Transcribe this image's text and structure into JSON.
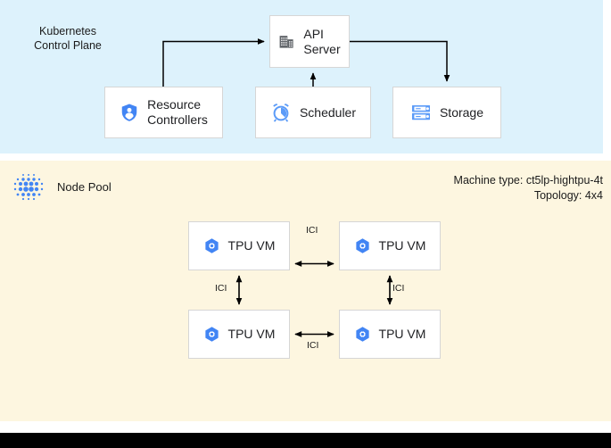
{
  "regions": {
    "control_plane": {
      "title": "Kubernetes\nControl Plane",
      "bg_color": "#ddf2fc"
    },
    "node_pool": {
      "title": "Node Pool",
      "icon": "node-pool-dots-icon",
      "bg_color": "#fdf6e0",
      "machine_type_line": "Machine type: ct5lp-hightpu-4t",
      "topology_line": "Topology: 4x4"
    }
  },
  "control_plane_nodes": [
    {
      "id": "api-server",
      "label": "API\nServer",
      "icon": "building-icon",
      "icon_color": "#5f6368"
    },
    {
      "id": "resource-controllers",
      "label": "Resource\nControllers",
      "icon": "shield-person-icon",
      "icon_color": "#4285f4"
    },
    {
      "id": "scheduler",
      "label": "Scheduler",
      "icon": "alarm-clock-icon",
      "icon_color": "#5b9bf8"
    },
    {
      "id": "storage",
      "label": "Storage",
      "icon": "server-stack-icon",
      "icon_color": "#5b9bf8"
    }
  ],
  "tpu_vms": [
    {
      "id": "tpu-vm-0",
      "label": "TPU VM",
      "icon": "tpu-hexagon-icon",
      "icon_color": "#4285f4"
    },
    {
      "id": "tpu-vm-1",
      "label": "TPU VM",
      "icon": "tpu-hexagon-icon",
      "icon_color": "#4285f4"
    },
    {
      "id": "tpu-vm-2",
      "label": "TPU VM",
      "icon": "tpu-hexagon-icon",
      "icon_color": "#4285f4"
    },
    {
      "id": "tpu-vm-3",
      "label": "TPU VM",
      "icon": "tpu-hexagon-icon",
      "icon_color": "#4285f4"
    }
  ],
  "interconnect_labels": {
    "top": "ICI",
    "bottom": "ICI",
    "left": "ICI",
    "right": "ICI"
  },
  "colors": {
    "control_plane_bg": "#ddf2fc",
    "node_pool_bg": "#fdf6e0",
    "box_bg": "#ffffff",
    "box_border": "#d6d6d6",
    "connector": "#000000",
    "bottom_bar": "#000000",
    "text": "#202124",
    "blue_accent": "#4285f4"
  }
}
